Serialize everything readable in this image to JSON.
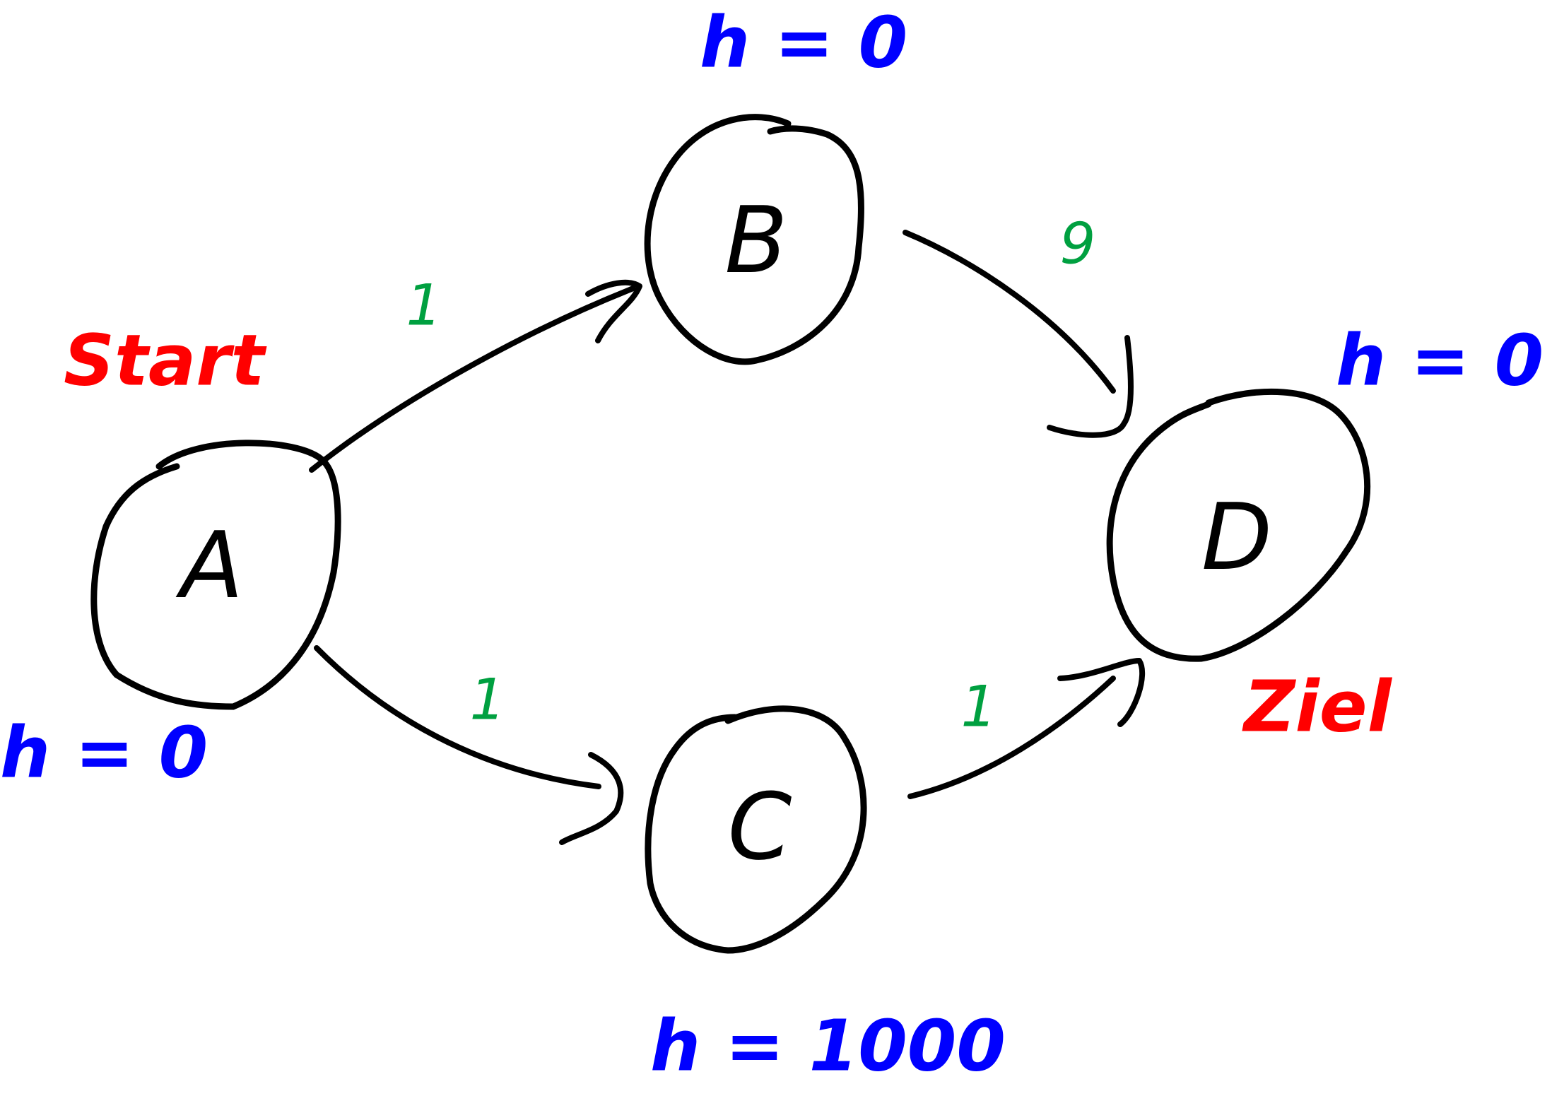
{
  "nodes": [
    {
      "id": "A",
      "label": "A",
      "heuristic": "h = 0"
    },
    {
      "id": "B",
      "label": "B",
      "heuristic": "h = 0"
    },
    {
      "id": "C",
      "label": "C",
      "heuristic": "h = 1000"
    },
    {
      "id": "D",
      "label": "D",
      "heuristic": "h = 0"
    }
  ],
  "edges": [
    {
      "from": "A",
      "to": "B",
      "weight": "1"
    },
    {
      "from": "B",
      "to": "D",
      "weight": "9"
    },
    {
      "from": "A",
      "to": "C",
      "weight": "1"
    },
    {
      "from": "C",
      "to": "D",
      "weight": "1"
    }
  ],
  "annotations": {
    "start": "Start",
    "goal": "Ziel"
  },
  "colors": {
    "node": "#000000",
    "weight": "#00a040",
    "heuristic": "#0000ff",
    "annotation": "#ff0000"
  }
}
